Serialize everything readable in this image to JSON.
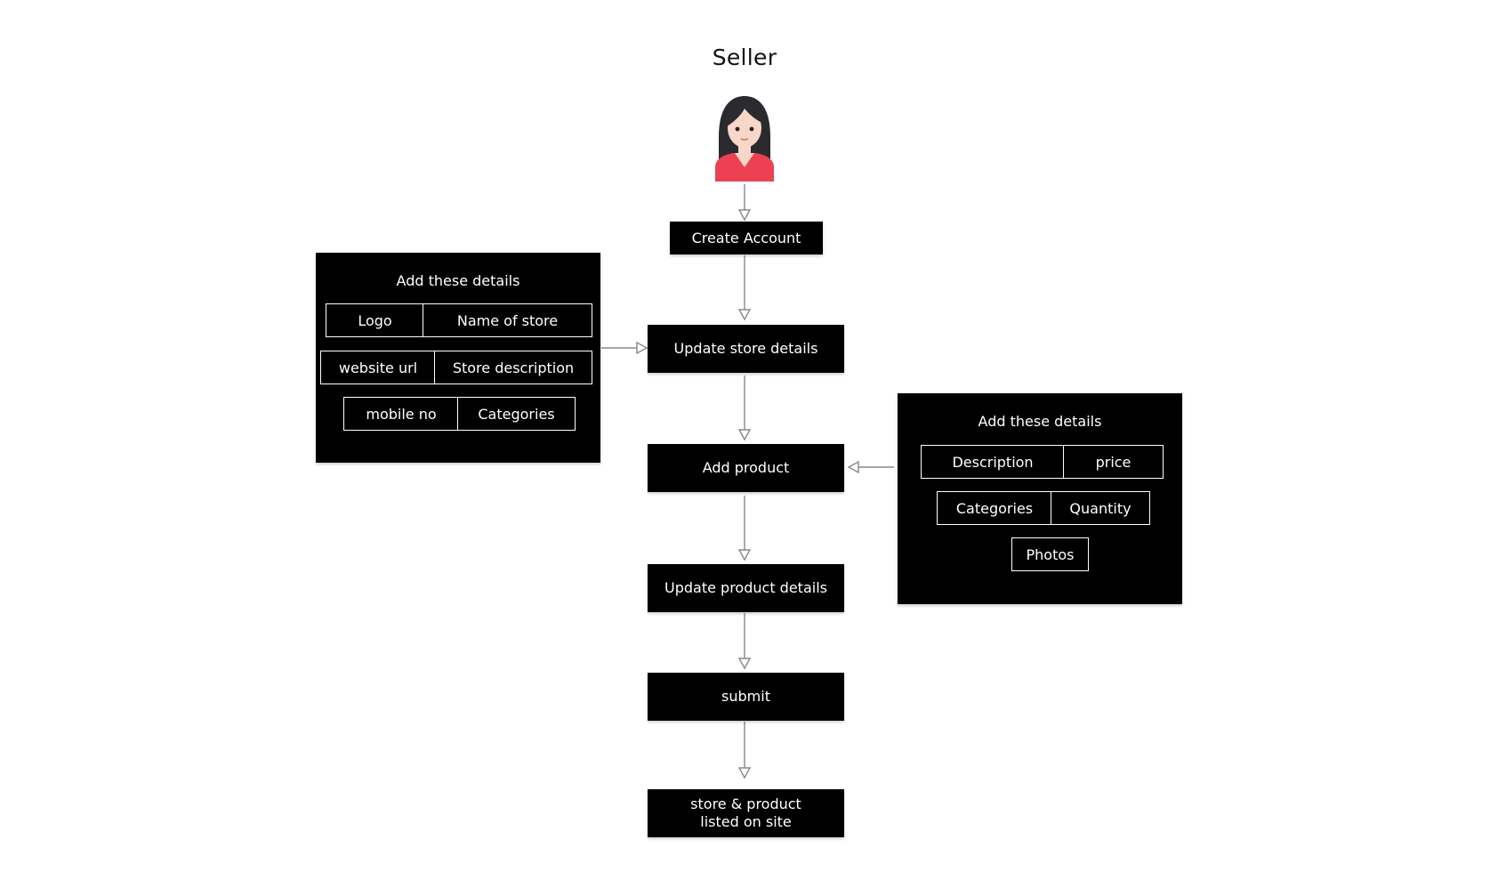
{
  "colors": {
    "node_bg": "#000000",
    "text": "#ffffff",
    "arrow": "#888888",
    "skin": "#f8d6c8",
    "hair": "#2b2b2f",
    "shirt": "#ec4152"
  },
  "diagram": {
    "title": "Seller",
    "actor_icon": "woman-avatar-icon",
    "steps": {
      "create_account": "Create Account",
      "update_store": "Update store details",
      "add_product": "Add product",
      "update_product": "Update product details",
      "submit": "submit",
      "listed": "store & product\nlisted on site"
    },
    "store_panel": {
      "title": "Add these details",
      "fields": [
        "Logo",
        "Name of store",
        "website url",
        "Store description",
        "mobile no",
        "Categories"
      ]
    },
    "product_panel": {
      "title": "Add these details",
      "fields": [
        "Description",
        "price",
        "Categories",
        "Quantity",
        "Photos"
      ]
    }
  }
}
